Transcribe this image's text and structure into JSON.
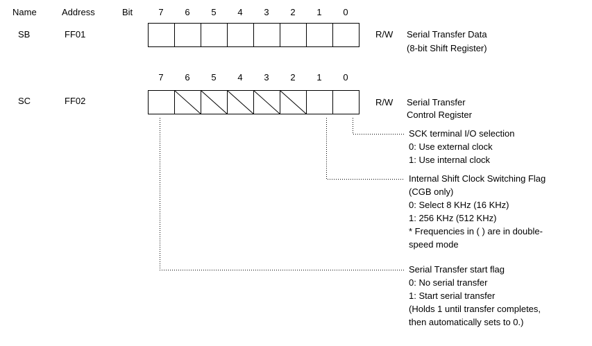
{
  "header": {
    "name": "Name",
    "address": "Address",
    "bit": "Bit"
  },
  "bit_labels": [
    "7",
    "6",
    "5",
    "4",
    "3",
    "2",
    "1",
    "0"
  ],
  "registers": [
    {
      "name": "SB",
      "address": "FF01",
      "access": "R/W",
      "description": [
        "Serial Transfer Data",
        "(8-bit Shift Register)"
      ],
      "unused_bits": []
    },
    {
      "name": "SC",
      "address": "FF02",
      "access": "R/W",
      "description": [
        "Serial Transfer",
        "Control Register"
      ],
      "unused_bits": [
        6,
        5,
        4,
        3,
        2
      ]
    }
  ],
  "bit_notes": [
    {
      "bit": 0,
      "lines": [
        "SCK terminal I/O selection",
        "0: Use external clock",
        "1: Use internal clock"
      ]
    },
    {
      "bit": 1,
      "lines": [
        "Internal Shift Clock Switching Flag",
        "(CGB only)",
        "0: Select 8 KHz (16 KHz)",
        "1: 256 KHz (512 KHz)",
        "* Frequencies in ( ) are in double-",
        "speed mode"
      ]
    },
    {
      "bit": 7,
      "lines": [
        "Serial Transfer start flag",
        "0: No serial transfer",
        "1: Start serial transfer",
        "(Holds 1 until transfer completes,",
        "then automatically sets to 0.)"
      ]
    }
  ]
}
